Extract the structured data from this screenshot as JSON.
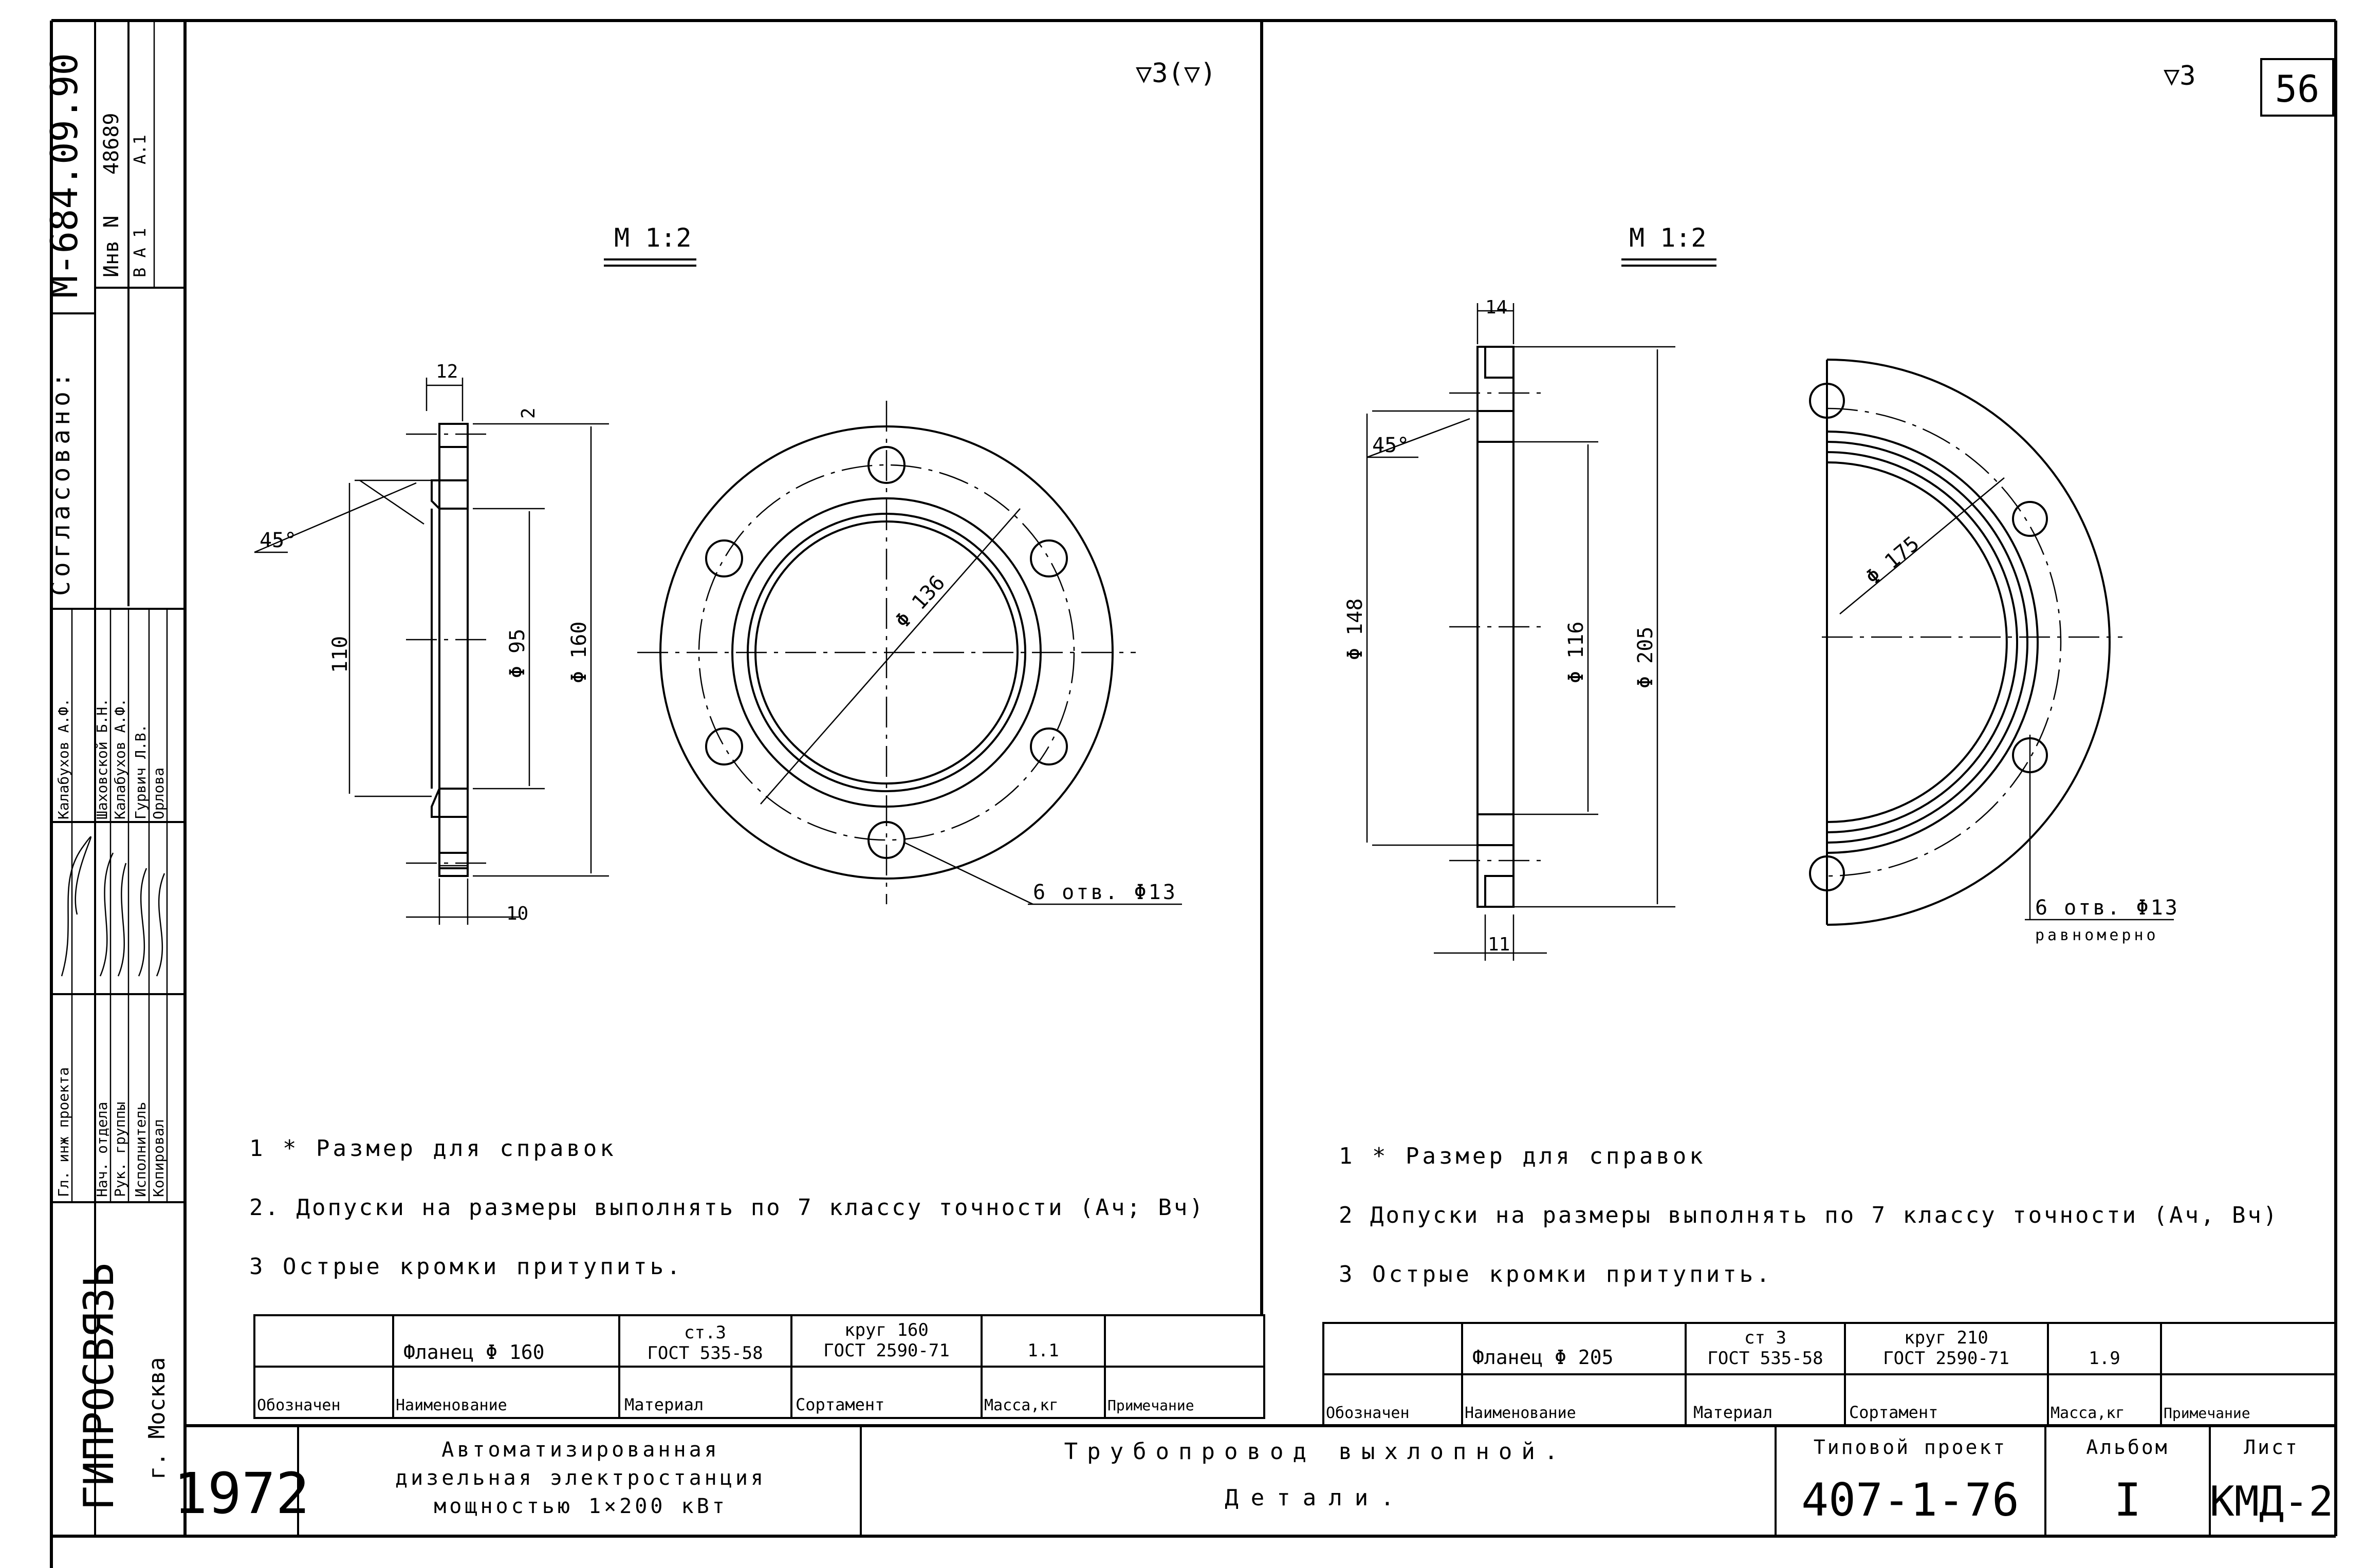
{
  "sheet": {
    "number": "56",
    "agreed_label": "Согласовано:",
    "doc_code": "М-684.09.90",
    "inv_label": "Инв N",
    "inv_number": "48689",
    "sheet_code_a": "В А 1",
    "sheet_code_b": "А.1"
  },
  "roles": [
    {
      "role": "Гл. инж проекта",
      "name": "Калабухов А.Ф."
    },
    {
      "role": "Нач. отдела",
      "name": "Шаховской Б.Н."
    },
    {
      "role": "Рук. группы",
      "name": "Калабухов А.Ф."
    },
    {
      "role": "Исполнитель",
      "name": "Гурвич Л.В."
    },
    {
      "role": "Копировал",
      "name": "Орлова"
    }
  ],
  "org": {
    "name": "ГИПРОСВЯЗЬ",
    "city": "г. Москва"
  },
  "left": {
    "roughness": "▽3(▽)",
    "scale": "М 1:2",
    "dims": {
      "width_top": "12",
      "chamfer": "2",
      "angle": "45°",
      "d110": "110",
      "d95": "Φ 95",
      "d160": "Φ 160",
      "d136": "Φ 136",
      "thickness": "10",
      "holes": "6 отв. Φ13"
    },
    "notes": [
      "1 * Размер для справок",
      "2. Допуски на размеры выполнять по 7 классу точности (Ач; Вч)",
      "3 Острые кромки притупить."
    ],
    "table": {
      "name": "Фланец Φ 160",
      "material": "ст.3\nГОСТ 535-58",
      "material_a": "ст.3",
      "material_b": "ГОСТ 535-58",
      "sortament_a": "круг 160",
      "sortament_b": "ГОСТ 2590-71",
      "mass": "1.1",
      "note": "",
      "headers": [
        "Обозначен",
        "Наименование",
        "Материал",
        "Сортамент",
        "Масса,кг",
        "Примечание"
      ]
    }
  },
  "right": {
    "roughness": "▽3",
    "scale": "М 1:2",
    "dims": {
      "width_top": "14",
      "angle": "45°",
      "d148": "Φ 148",
      "d116": "Φ 116",
      "d205": "Φ 205",
      "d175": "Φ 175",
      "thickness": "11",
      "holes": "6 отв. Φ13",
      "holes_note": "равномерно"
    },
    "notes": [
      "1 * Размер для справок",
      "2 Допуски на размеры выполнять по 7 классу точности (Ач, Вч)",
      "3 Острые кромки притупить."
    ],
    "table": {
      "name": "Фланец Φ 205",
      "material_a": "ст 3",
      "material_b": "ГОСТ 535-58",
      "sortament_a": "круг 210",
      "sortament_b": "ГОСТ 2590-71",
      "mass": "1.9",
      "note": "",
      "headers": [
        "Обозначен",
        "Наименование",
        "Материал",
        "Сортамент",
        "Масса,кг",
        "Примечание"
      ]
    }
  },
  "title_block": {
    "year": "1972",
    "object_line1": "Автоматизированная",
    "object_line2": "дизельная электростанция",
    "object_line3": "мощностью 1×200 кВт",
    "drawing_line1": "Трубопровод выхлопной.",
    "drawing_line2": "Детали.",
    "project_label": "Типовой проект",
    "project_number": "407-1-76",
    "album_label": "Альбом",
    "album_number": "I",
    "sheet_label": "Лист",
    "sheet_number": "КМД-2"
  }
}
